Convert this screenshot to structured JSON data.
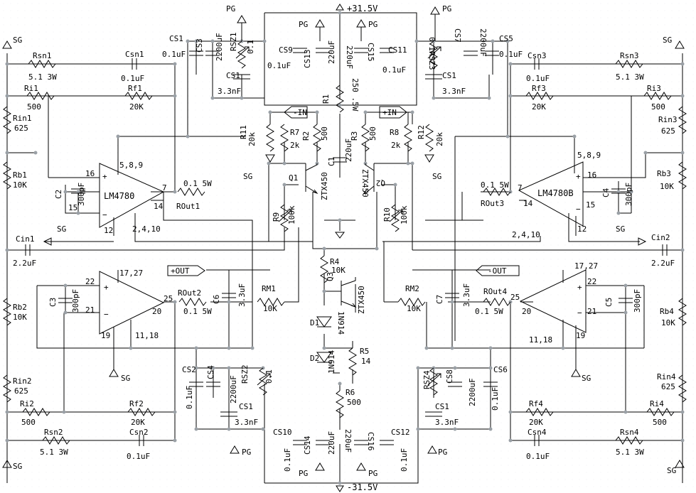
{
  "rails": {
    "positive": "+31.5V",
    "negative": "-31.5V"
  },
  "grounds": {
    "pg": "PG",
    "sg": "SG"
  },
  "inputs": {
    "inverting": "-IN",
    "noninverting": "+IN"
  },
  "outputs": {
    "positive": "+OUT",
    "negative": "-OUT"
  },
  "amps": {
    "a": {
      "name": "LM4780",
      "in_plus": "16",
      "in_minus": "15",
      "out": "7",
      "mute": "14",
      "pwr": "5,8,9",
      "gnd": "12",
      "neg": "2,4,10"
    },
    "b": {
      "name": "LM4780B",
      "in_plus": "16",
      "in_minus": "15",
      "out": "7",
      "mute": "14",
      "pwr": "5,8,9",
      "gnd": "12",
      "neg": "2,4,10"
    },
    "c": {
      "in_plus": "22",
      "in_minus": "21",
      "out": "25",
      "out2": "20",
      "pwr": "17,27",
      "gnd": "19",
      "neg": "11,18"
    },
    "d": {
      "in_plus": "22",
      "in_minus": "21",
      "out": "25",
      "out2": "20",
      "pwr": "17,27",
      "gnd": "19",
      "neg": "11,18"
    }
  },
  "components": {
    "rsn1": "Rsn1",
    "rsn1_val": "5.1  3W",
    "csn1": "Csn1",
    "csn1_val": "0.1uF",
    "ri1": "Ri1",
    "ri1_val": "500",
    "rf1": "Rf1",
    "rf1_val": "20K",
    "rin1": "Rin1",
    "rin1_val": "625",
    "rb1": "Rb1",
    "rb1_val": "10K",
    "c2": "C2",
    "c2_val": "300pF",
    "rout1": "ROut1",
    "rout1_val": "0.1  5W",
    "cin1": "Cin1",
    "cin1_val": "2.2uF",
    "rb2": "Rb2",
    "rb2_val": "10K",
    "c3": "C3",
    "c3_val": "300pF",
    "rout2": "ROut2",
    "rout2_val": "0.1  5W",
    "c6": "C6",
    "c6_val": "3.3uF",
    "rm1": "RM1",
    "rm1_val": "10K",
    "rin2": "Rin2",
    "rin2_val": "625",
    "ri2": "Ri2",
    "ri2_val": "500",
    "rf2": "Rf2",
    "rf2_val": "20K",
    "rsn2": "Rsn2",
    "rsn2_val": "5.1  3W",
    "csn2": "Csn2",
    "csn2_val": "0.1uF",
    "cs1": "CS1",
    "cs1_val": "0.1uF",
    "cs3": "CS3",
    "cs3_val": "2200uF",
    "rsz1": "RSZ1",
    "rsz1_val": "0.1",
    "cs1b_val": "3.3nF",
    "cs9": "CS9",
    "cs9_val": "0.1uF",
    "cs13": "CS13",
    "cs13_val": "220uF",
    "cs15": "CS15",
    "cs15_val": "220uF",
    "cs11": "CS11",
    "cs11_val": "0.1uF",
    "r1": "R1",
    "r1_val": "250  .5W",
    "r11": "R11",
    "r11_val": "20k",
    "r7": "R7",
    "r7_val": "2k",
    "r2": "R2",
    "r2_val": "500",
    "r3": "R3",
    "r3_val": "500",
    "r8": "R8",
    "r8_val": "2k",
    "r12": "R12",
    "r12_val": "20k",
    "c1": "C1",
    "c1_val": "220uF",
    "q1": "Q1",
    "q1_part": "ZTX450",
    "q2": "Q2",
    "q2_part": "ZTX450",
    "q3": "Q3",
    "q3_part": "ZTX450",
    "r9": "R9",
    "r9_val": "100k",
    "r10": "R10",
    "r10_val": "100k",
    "r4": "R4",
    "r4_val": "10K",
    "d1": "D1",
    "d1_part": "1N914",
    "d2": "D2",
    "d2_part": "1N914",
    "r5": "R5",
    "r5_val": "14",
    "r6": "R6",
    "r6_val": "500",
    "cs2": "CS2",
    "cs2_val": "0.1uF",
    "cs4": "CS4",
    "cs4_val": "2200uF",
    "rsz2": "RSZ2",
    "rsz2_val": "0.1",
    "cs10": "CS10",
    "cs10_val": "0.1uF",
    "cs14": "CS14",
    "cs14_val": "220uF",
    "cs16": "CS16",
    "cs16_val": "220uF",
    "cs12": "CS12",
    "cs12_val": "0.1uF",
    "cs5": "CS5",
    "cs5_val": "0.1uF",
    "cs7": "CS7",
    "cs7_val": "2200uF",
    "rsz3": "RSZ3",
    "rsz3_val": "0.1",
    "rsn3": "Rsn3",
    "rsn3_val": "5.1  3W",
    "csn3": "Csn3",
    "csn3_val": "0.1uF",
    "ri3": "Ri3",
    "ri3_val": "500",
    "rf3": "Rf3",
    "rf3_val": "20K",
    "rin3": "Rin3",
    "rin3_val": "625",
    "rb3": "Rb3",
    "rb3_val": "10K",
    "c4": "C4",
    "c4_val": "300pF",
    "rout3": "ROut3",
    "rout3_val": "0.1  5W",
    "cin2": "Cin2",
    "cin2_val": "2.2uF",
    "rm2": "RM2",
    "rm2_val": "10K",
    "c7": "C7",
    "c7_val": "3.3uF",
    "rout4": "ROut4",
    "rout4_val": "0.1  5W",
    "c5": "C5",
    "c5_val": "300pF",
    "rb4": "Rb4",
    "rb4_val": "10K",
    "rin4": "Rin4",
    "rin4_val": "625",
    "cs6": "CS6",
    "cs6_val": "0.1uF",
    "cs8": "CS8",
    "cs8_val": "2200uF",
    "rsz4": "RSZ4",
    "rsz4_val": "0.1",
    "rf4": "Rf4",
    "rf4_val": "20K",
    "ri4": "Ri4",
    "ri4_val": "500",
    "csn4": "Csn4",
    "csn4_val": "0.1uF",
    "rsn4": "Rsn4",
    "rsn4_val": "5.1  3W"
  }
}
